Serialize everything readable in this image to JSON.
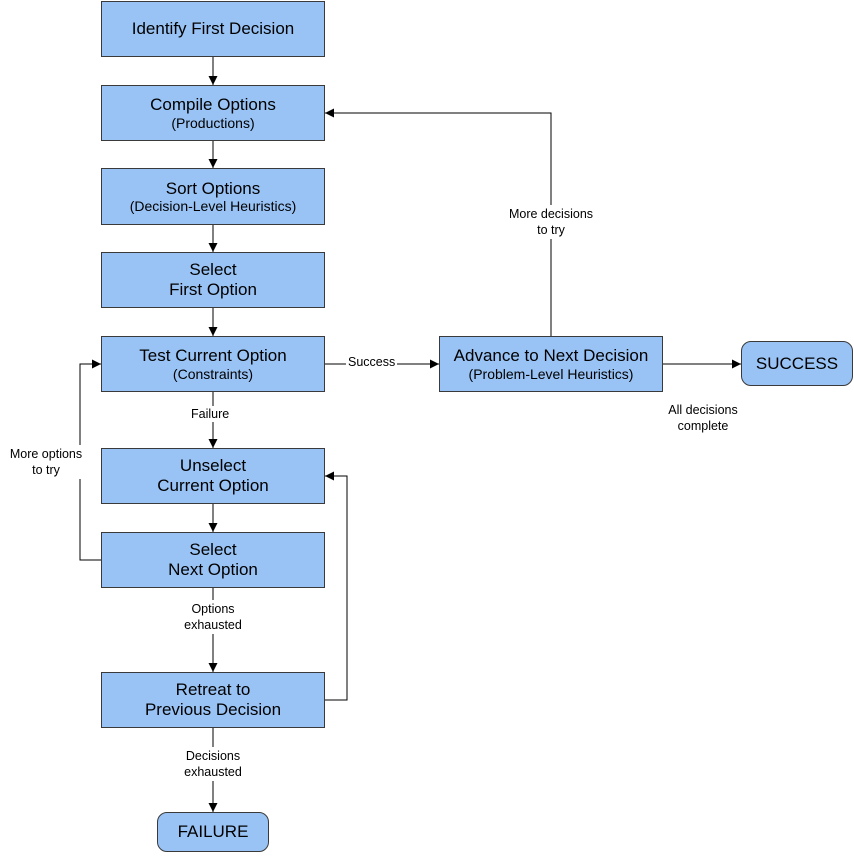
{
  "nodes": {
    "identify_first": {
      "title": "Identify First Decision"
    },
    "compile_options": {
      "title": "Compile Options",
      "subtitle": "(Productions)"
    },
    "sort_options": {
      "title": "Sort Options",
      "subtitle": "(Decision-Level Heuristics)"
    },
    "select_first": {
      "line1": "Select",
      "line2": "First Option"
    },
    "test_current": {
      "title": "Test Current Option",
      "subtitle": "(Constraints)"
    },
    "unselect_current": {
      "line1": "Unselect",
      "line2": "Current Option"
    },
    "select_next": {
      "line1": "Select",
      "line2": "Next Option"
    },
    "retreat": {
      "line1": "Retreat to",
      "line2": "Previous Decision"
    },
    "failure": {
      "title": "FAILURE"
    },
    "advance": {
      "title": "Advance to Next Decision",
      "subtitle": "(Problem-Level Heuristics)"
    },
    "success": {
      "title": "SUCCESS"
    }
  },
  "edge_labels": {
    "success": "Success",
    "failure": "Failure",
    "more_options": [
      "More options",
      "to try"
    ],
    "options_exhausted": [
      "Options",
      "exhausted"
    ],
    "decisions_exhausted": [
      "Decisions",
      "exhausted"
    ],
    "more_decisions": [
      "More decisions",
      "to try"
    ],
    "all_complete": [
      "All decisions",
      "complete"
    ]
  },
  "colors": {
    "box_fill": "#99c3f5",
    "stroke": "#3a3a3a",
    "arrow": "#000000"
  }
}
